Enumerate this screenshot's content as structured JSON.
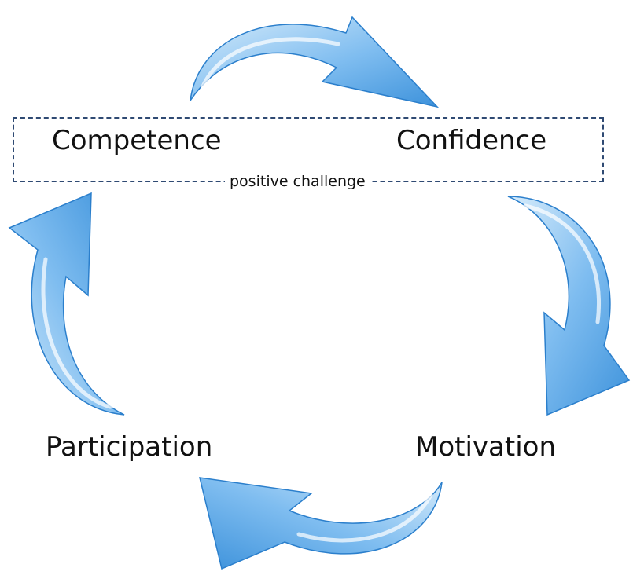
{
  "diagram": {
    "nodes": {
      "competence": "Competence",
      "confidence": "Confidence",
      "motivation": "Motivation",
      "participation": "Participation"
    },
    "group_label": "positive challenge",
    "colors": {
      "arrow_light": "#d7ecfb",
      "arrow_mid": "#7fbdf0",
      "arrow_dark": "#3d92db",
      "arrow_edge": "#2b7fcc",
      "box_border": "#2f4a73",
      "text": "#111111"
    }
  }
}
